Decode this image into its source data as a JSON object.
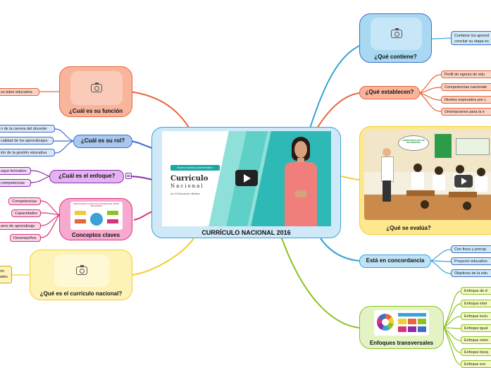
{
  "center": {
    "title": "CURRÍCULO NACIONAL 2016"
  },
  "video": {
    "badge": "Nuevo manual autoformativo",
    "heading_line1": "Currículo",
    "heading_line2": "Nacional",
    "subtitle": "de la Educación Básica"
  },
  "nodes": {
    "funcion": {
      "title": "¿Cuál es su función"
    },
    "rol": {
      "title": "¿Cuál es su rol?"
    },
    "enfoque": {
      "title": "¿Cuál es el enfoque?"
    },
    "conceptos": {
      "title": "Conceptos claves"
    },
    "curriculo": {
      "title": "¿Qué es el currículo nacional?"
    },
    "contiene": {
      "title": "¿Qué contiene?"
    },
    "establecen": {
      "title": "¿Qué establecen?"
    },
    "evalua": {
      "title": "¿Qué se evalúa?"
    },
    "concordancia": {
      "title": "Está en concordancia"
    },
    "transversales": {
      "title": "Enfoques transversales"
    }
  },
  "leaves": {
    "funcion": [
      "su labor educativa"
    ],
    "rol": [
      "n de la carrera del docente",
      "calidad de los aprendizajes",
      "ión de la gestión educativa"
    ],
    "enfoque": [
      "oque formativo",
      "competencias"
    ],
    "conceptos": [
      "Competencias",
      "Capacidades",
      "ares de aprendizaje",
      "Desempeños"
    ],
    "curriculo": [
      "ión",
      "ades"
    ],
    "contiene": [
      "Contiene los aprend",
      "concluir su etapa es"
    ],
    "establecen": [
      "Perfil de egreso de edu",
      "Competencias nacionale",
      "Niveles esperados por c",
      "Orientaciones para la e"
    ],
    "concordancia": [
      "Con fines y princip",
      "Proyecto educativo",
      "Objetivos de la edu"
    ],
    "transversales": [
      "Enfoque de d",
      "Enfoque inter",
      "Enfoque inclu",
      "Enfoque igual",
      "Enfoque orien",
      "Enfoque búsq",
      "Enfoque exc"
    ]
  },
  "thumbnails": {
    "conceptos_title": "DEFINICIONES CLAVES QUE SUSTENTAN EL PERFIL DEL EGRESO",
    "evalua_bubble": "COMPETENCIA EN LOS ESTUDIANTES"
  },
  "colors": {
    "orange": "#e8663a",
    "blue": "#3a6fc8",
    "purple": "#8a2da8",
    "pink": "#d9337a",
    "yellow": "#f1cf2e",
    "lightblue": "#3aa2d8",
    "green": "#8cc21f"
  }
}
